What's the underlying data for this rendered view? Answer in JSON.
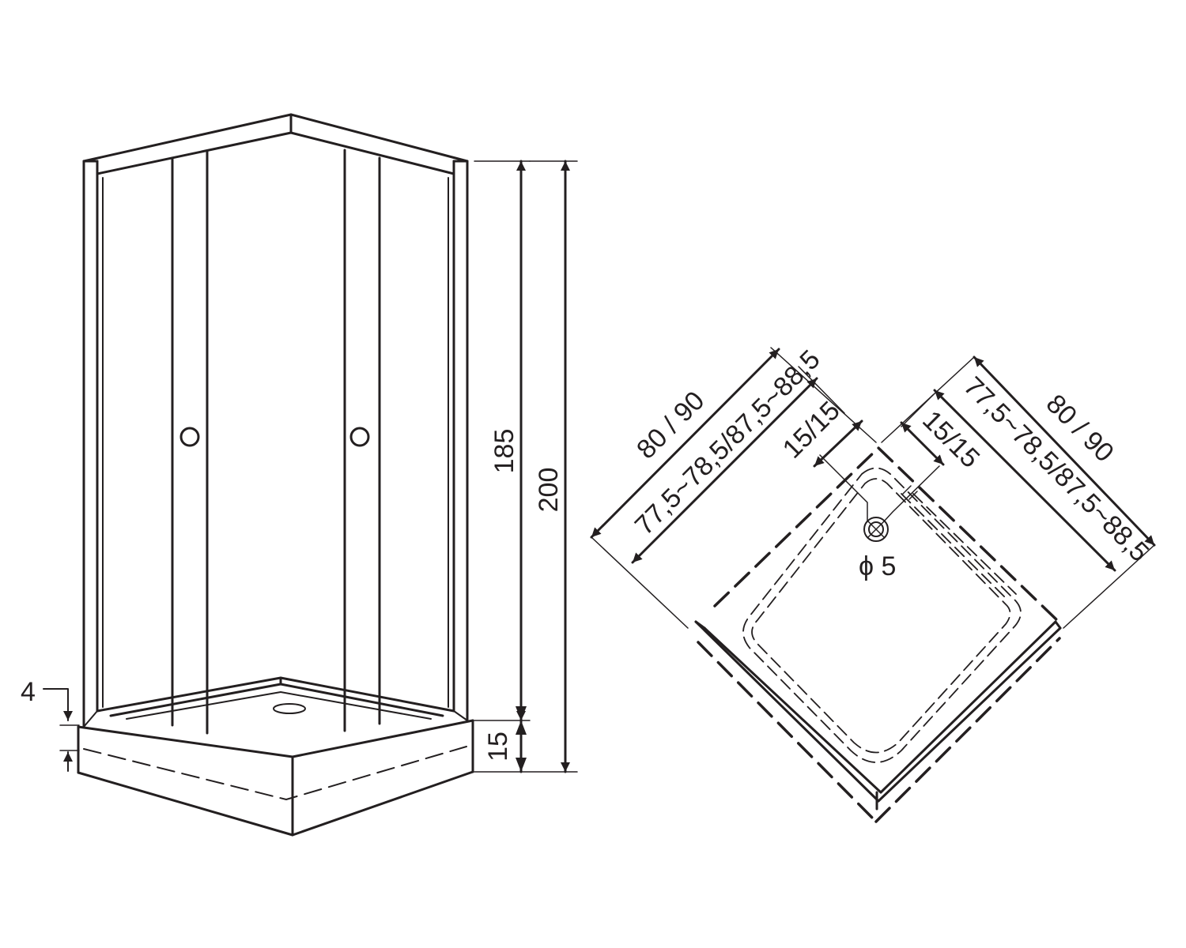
{
  "colors": {
    "line": "#231f20",
    "background": "#ffffff"
  },
  "elevation": {
    "height_inner": "185",
    "height_total": "200",
    "tray_height": "15",
    "tray_step": "4"
  },
  "plan": {
    "outer_size_left": "80 / 90",
    "inner_range_left": "77,5~78,5/87,5~88,5",
    "outer_size_right": "80 / 90",
    "inner_range_right": "77,5~78,5/87,5~88,5",
    "drain_offset_left": "15/15",
    "drain_offset_right": "15/15",
    "drain_diameter": "ϕ 5"
  }
}
